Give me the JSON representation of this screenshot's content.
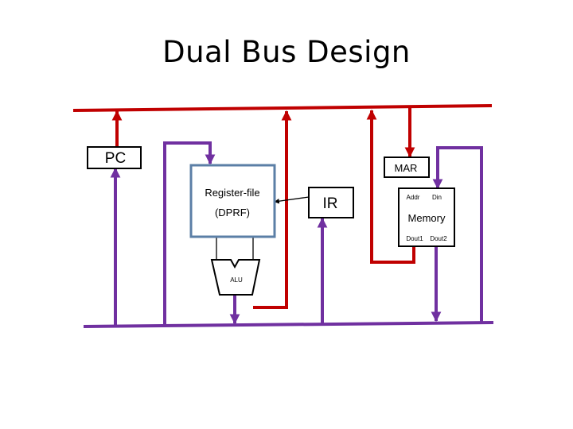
{
  "title": "Dual Bus Design",
  "blocks": {
    "pc": "PC",
    "mar": "MAR",
    "register_file_line1": "Register-file",
    "register_file_line2": "(DPRF)",
    "ir": "IR",
    "memory": "Memory",
    "memory_addr": "Addr",
    "memory_din": "Din",
    "memory_dout1": "Dout1",
    "memory_dout2": "Dout2",
    "alu": "ALU"
  },
  "colors": {
    "red_bus": "#c00000",
    "purple_bus": "#7030a0",
    "regfile_border": "#5b7fa6",
    "box_border": "#000000"
  }
}
